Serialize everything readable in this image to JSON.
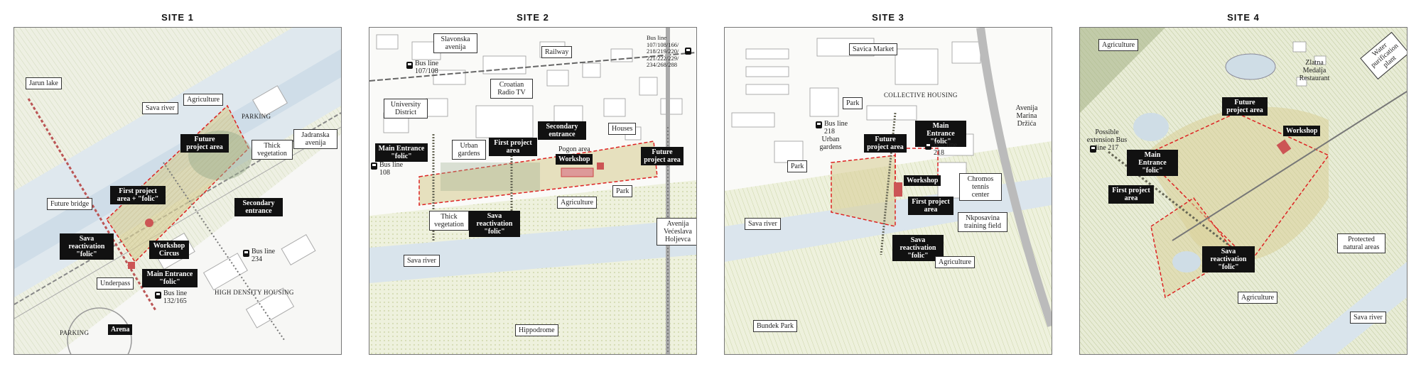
{
  "sites": [
    {
      "title": "SITE 1",
      "labels": {
        "jarun": "Jarun lake",
        "sava_river": "Sava river",
        "agriculture": "Agriculture",
        "parking_top": "PARKING",
        "jadranska": "Jadranska avenija",
        "future_area": "Future project area",
        "thick_veg": "Thick vegetation",
        "first_area": "First project area + \"folic\"",
        "future_bridge": "Future bridge",
        "secondary": "Secondary entrance",
        "sava_react": "Sava reactivation \"folic\"",
        "workshop": "Workshop Circus",
        "bus_234": "Bus line 234",
        "underpass": "Underpass",
        "main_entrance": "Main Entrance \"folic\"",
        "bus_132": "Bus line 132/165",
        "high_density": "HIGH DENSITY HOUSING",
        "parking_bottom": "PARKING",
        "arena": "Arena"
      }
    },
    {
      "title": "SITE 2",
      "labels": {
        "slavonska": "Slavonska avenija",
        "bus_107": "Bus line 107/108",
        "railway": "Railway",
        "bus_many": "Bus line 107/108/166/ 218/219/220/ 221/222/229/ 234/268/288",
        "croatian_radio": "Croatian Radio TV",
        "university": "University District",
        "secondary": "Secondary entrance",
        "houses": "Houses",
        "main_entrance": "Main Entrance \"folic\"",
        "urban_gardens": "Urban gardens",
        "first_area": "First project area",
        "pogon": "Pogon area",
        "workshop": "Workshop",
        "future_area": "Future project area",
        "bus_108": "Bus line 108",
        "park": "Park",
        "thick_veg": "Thick vegetation",
        "sava_react": "Sava reactivation \"folic\"",
        "agriculture": "Agriculture",
        "avenija": "Avenija Većeslava Holjevca",
        "sava_river": "Sava river",
        "hippodrome": "Hippodrome"
      }
    },
    {
      "title": "SITE 3",
      "labels": {
        "savica": "Savica Market",
        "park_top": "Park",
        "collective": "COLLECTIVE HOUSING",
        "avenija": "Avenija Marina Držića",
        "bus_218a": "Bus line 218",
        "urban_gardens": "Urban gardens",
        "future_area": "Future project area",
        "main_entrance": "Main Entrance \"folic\"",
        "bus_218b": "Bus line 218",
        "park": "Park",
        "workshop": "Workshop",
        "chromos": "Chromos tennis center",
        "first_area": "First project area",
        "sava_river": "Sava river",
        "nk": "Nkposavina training field",
        "sava_react": "Sava reactivation \"folic\"",
        "agriculture": "Agriculture",
        "bundek": "Bundek Park"
      }
    },
    {
      "title": "SITE 4",
      "labels": {
        "agriculture_top": "Agriculture",
        "zlatna": "Zlatna Medalja Restaurant",
        "water": "Water purification plant",
        "future_area": "Future project area",
        "possible_ext": "Possible extension Bus line 217",
        "main_entrance": "Main Entrance \"folic\"",
        "workshop": "Workshop",
        "first_area": "First project area",
        "protected": "Protected natural areas",
        "sava_react": "Sava reactivation \"folic\"",
        "agriculture": "Agriculture",
        "sava_river": "Sava river"
      }
    }
  ]
}
